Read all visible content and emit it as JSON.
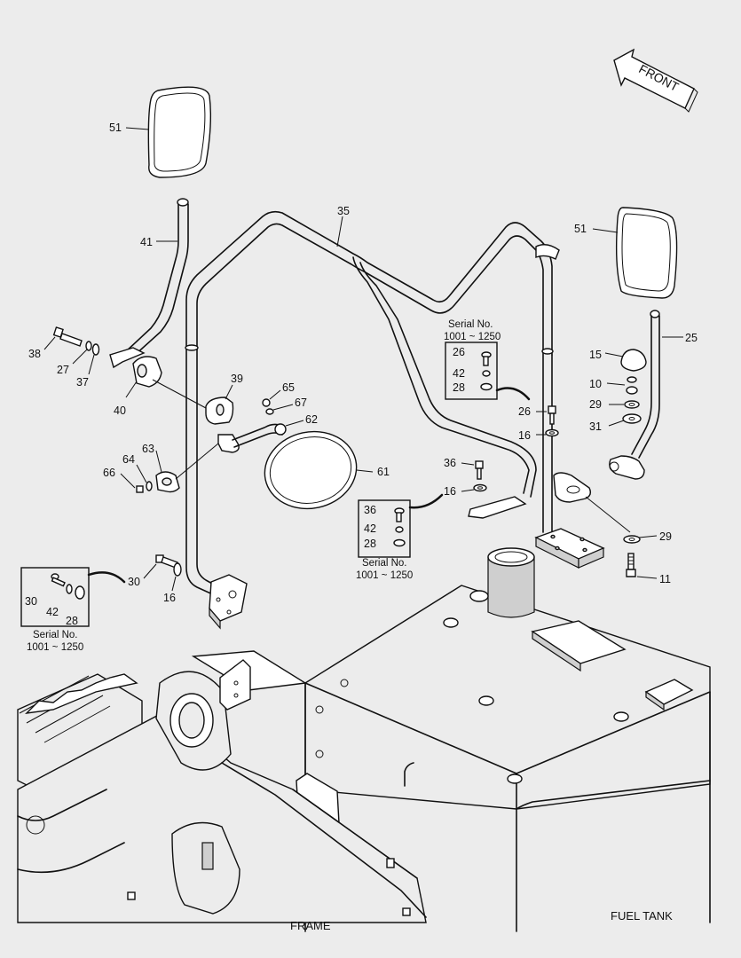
{
  "labels": {
    "p51a": "51",
    "p41": "41",
    "p35": "35",
    "p51b": "51",
    "p25": "25",
    "p38": "38",
    "p27": "27",
    "p37": "37",
    "p40": "40",
    "p39": "39",
    "p65": "65",
    "p67": "67",
    "p62": "62",
    "p63": "63",
    "p64": "64",
    "p66": "66",
    "p61": "61",
    "p15": "15",
    "p10": "10",
    "p29a": "29",
    "p31": "31",
    "p26": "26",
    "p16a": "16",
    "p36": "36",
    "p16b": "16",
    "p29b": "29",
    "p11": "11",
    "p30": "30",
    "p16c": "16",
    "box1_26": "26",
    "box1_42": "42",
    "box1_28": "28",
    "box2_36": "36",
    "box2_42": "42",
    "box2_28": "28",
    "box3_30": "30",
    "box3_42": "42",
    "box3_28": "28"
  },
  "serial_notes": {
    "line1": "Serial No.",
    "line2": "1001 ~ 1250"
  },
  "front_arrow": "FRONT",
  "captions": {
    "frame": "FRAME",
    "fuel_tank": "FUEL TANK"
  }
}
